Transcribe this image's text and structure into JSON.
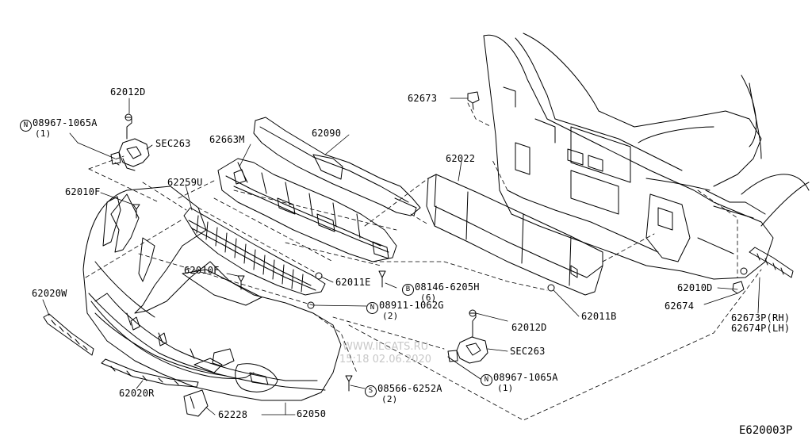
{
  "diagram_code": "E620003P",
  "watermark": {
    "line1": "WWW.ILCATS.RU",
    "line2": "15:18 02.06.2020"
  },
  "labels": {
    "p62012D_top": "62012D",
    "p08967_top": "08967-1065A",
    "p08967_top_qty": "(1)",
    "sec263_top": "SEC263",
    "p62663M": "62663M",
    "p62090": "62090",
    "p62673_top": "62673",
    "p62022": "62022",
    "p62010F_top": "62010F",
    "p62259U": "62259U",
    "p62010F_mid": "62010F",
    "p62011E": "62011E",
    "p08146": "08146-6205H",
    "p08146_qty": "(6)",
    "p08911": "08911-1062G",
    "p08911_qty": "(2)",
    "p62020W": "62020W",
    "p62012D_bot": "62012D",
    "p62011B": "62011B",
    "sec263_bot": "SEC263",
    "p08967_bot": "08967-1065A",
    "p08967_bot_qty": "(1)",
    "p08566": "08566-6252A",
    "p08566_qty": "(2)",
    "p62020R": "62020R",
    "p62228": "62228",
    "p62050": "62050",
    "p62010D": "62010D",
    "p62674": "62674",
    "p62673P": "62673P(RH)",
    "p62674P": "62674P(LH)"
  },
  "prefixes": {
    "N": "N",
    "B": "B",
    "S": "S"
  }
}
